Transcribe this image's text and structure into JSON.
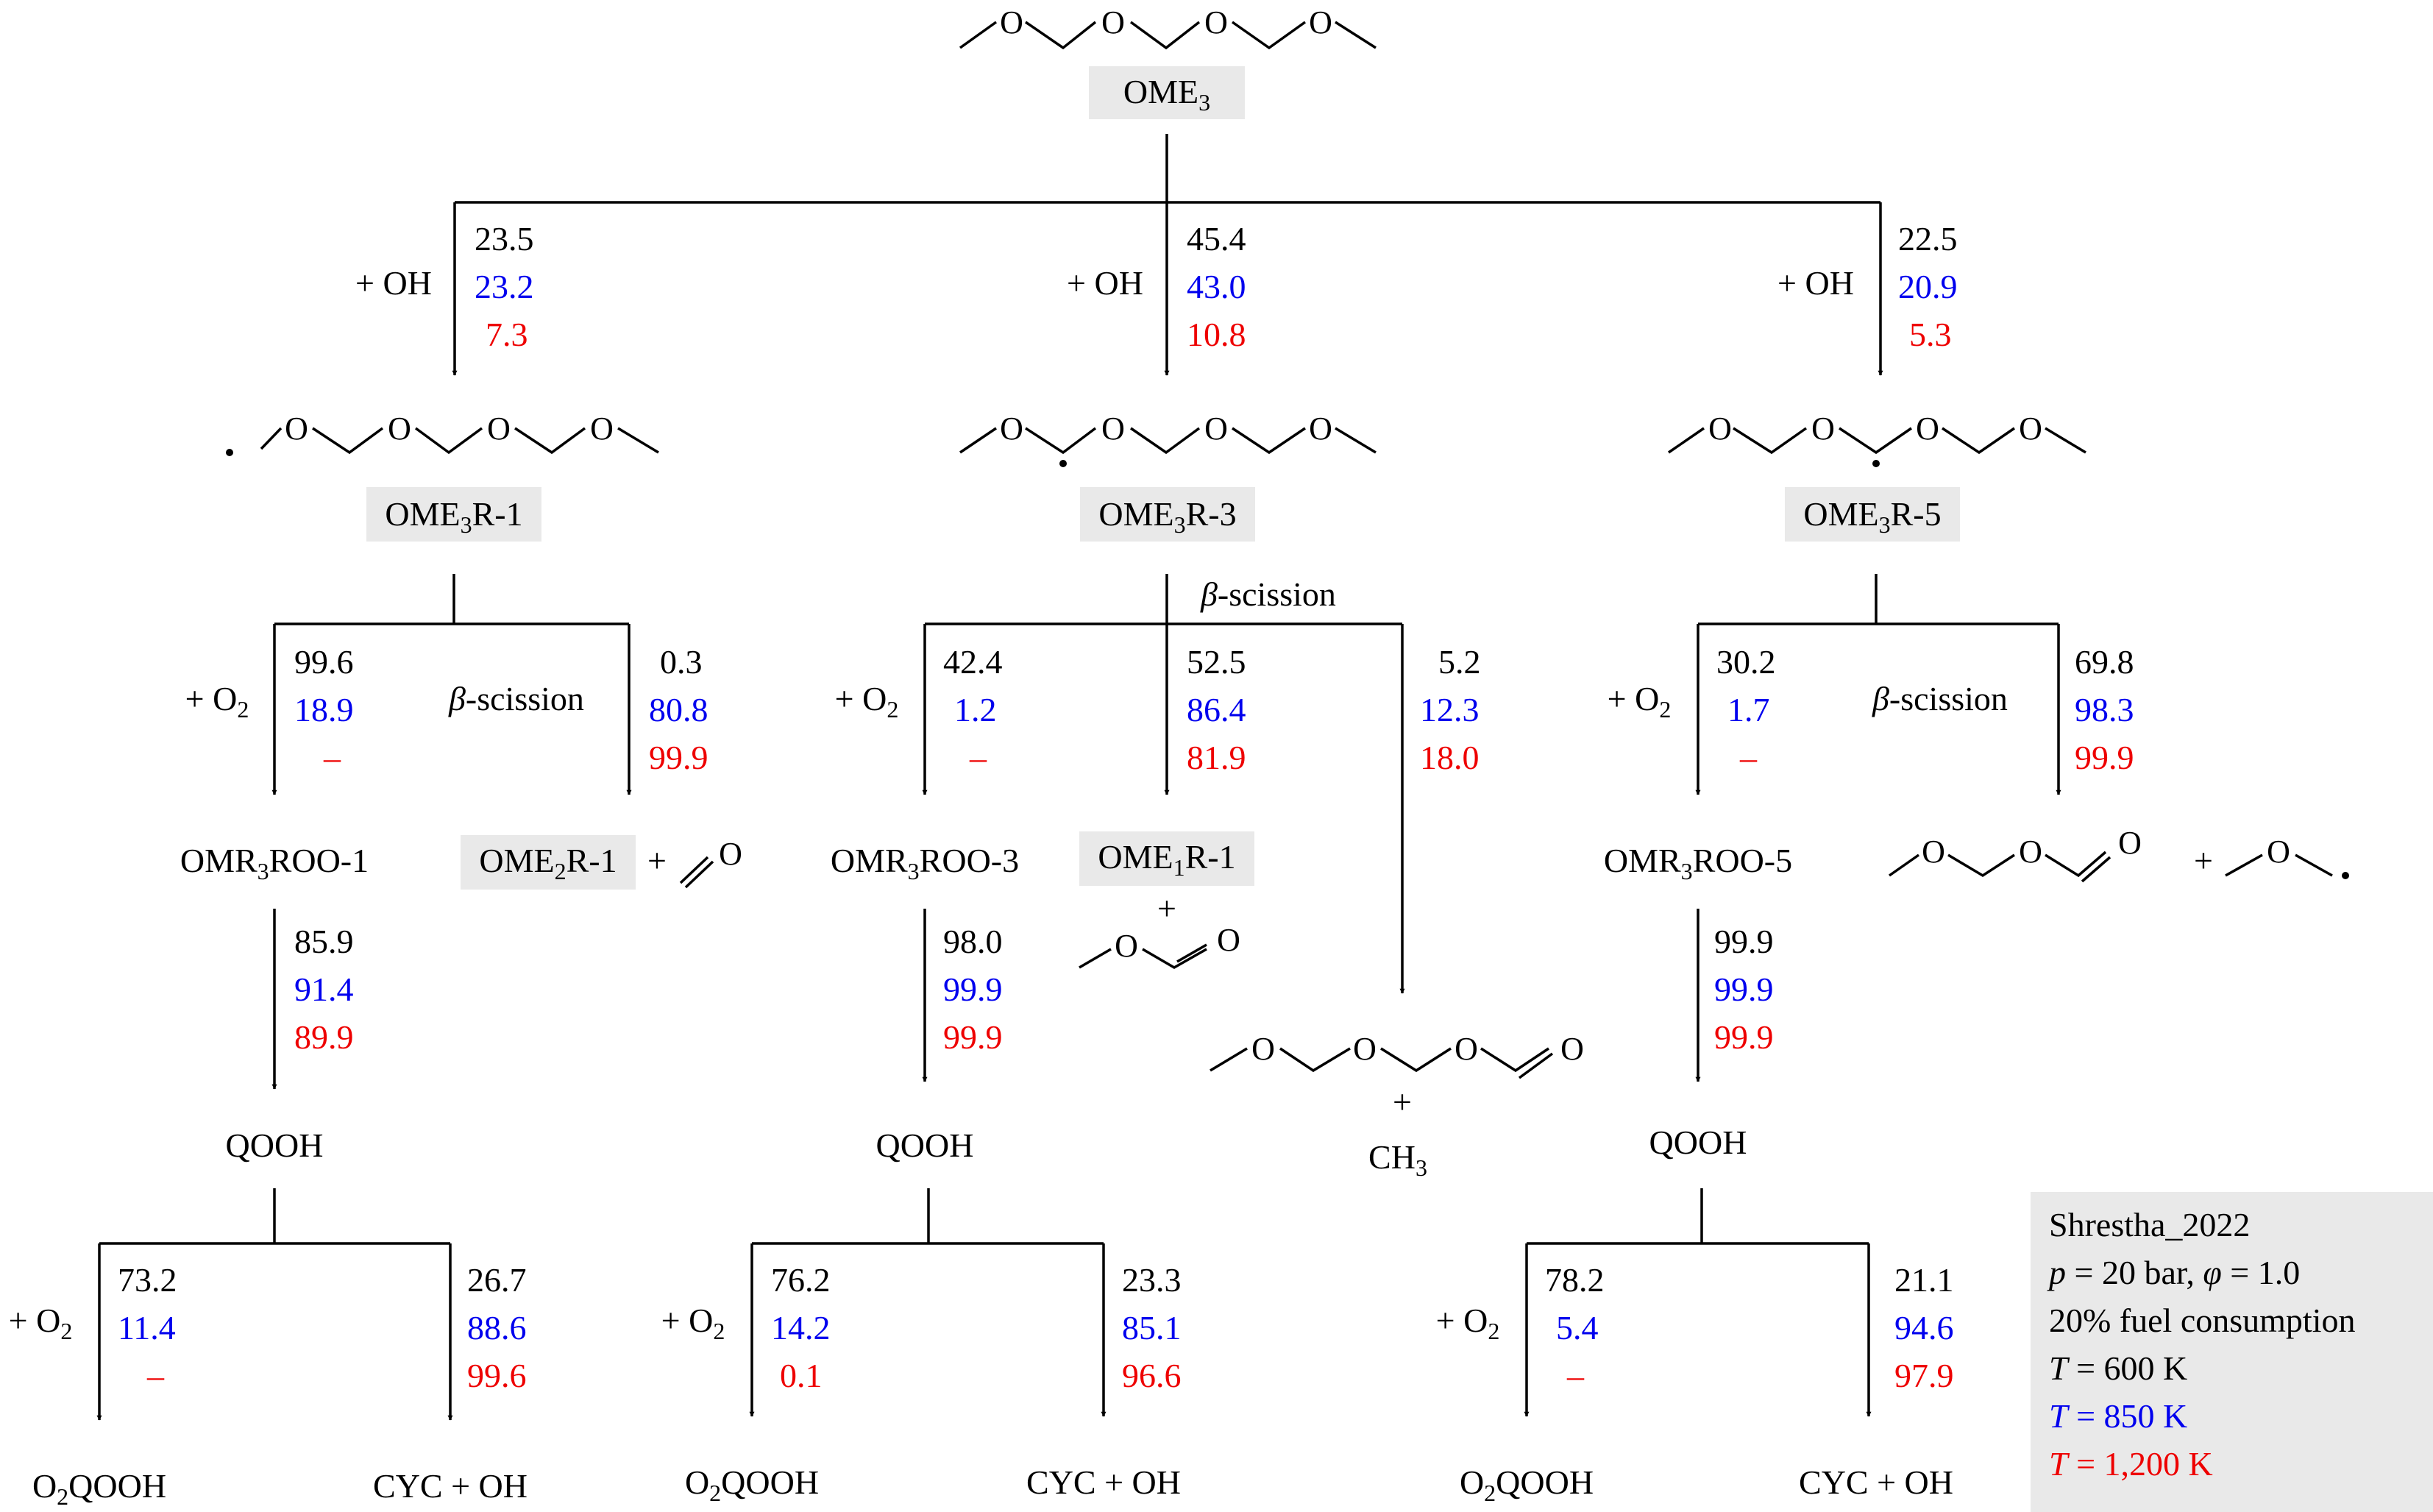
{
  "colors": {
    "t600": "#000000",
    "t850": "#0000ee",
    "t1200": "#ee0000",
    "box": "#e9e9e9",
    "line": "#000000"
  },
  "root": {
    "label": "OME",
    "sub": "3"
  },
  "radicals": [
    {
      "label": "OME",
      "sub": "3",
      "suffix": "R-1"
    },
    {
      "label": "OME",
      "sub": "3",
      "suffix": "R-3"
    },
    {
      "label": "OME",
      "sub": "3",
      "suffix": "R-5"
    }
  ],
  "h_abstraction": {
    "reagent": "+ OH",
    "branches": [
      {
        "values": [
          "23.5",
          "23.2",
          "7.3"
        ]
      },
      {
        "values": [
          "45.4",
          "43.0",
          "10.8"
        ]
      },
      {
        "values": [
          "22.5",
          "20.9",
          "5.3"
        ]
      }
    ]
  },
  "second_step": {
    "o2_label": "+ O",
    "o2_sub": "2",
    "beta": "-scission",
    "beta_symbol": "β",
    "r1": {
      "o2": [
        "99.6",
        "18.9",
        "–"
      ],
      "beta": [
        "0.3",
        "80.8",
        "99.9"
      ]
    },
    "r3": {
      "o2": [
        "42.4",
        "1.2",
        "–"
      ],
      "beta_a": [
        "52.5",
        "86.4",
        "81.9"
      ],
      "beta_b": [
        "5.2",
        "12.3",
        "18.0"
      ]
    },
    "r5": {
      "o2": [
        "30.2",
        "1.7",
        "–"
      ],
      "beta": [
        "69.8",
        "98.3",
        "99.9"
      ]
    }
  },
  "products": {
    "roo1": {
      "pre": "OMR",
      "sub": "3",
      "post": "ROO-1"
    },
    "roo3": {
      "pre": "OMR",
      "sub": "3",
      "post": "ROO-3"
    },
    "roo5": {
      "pre": "OMR",
      "sub": "3",
      "post": "ROO-5"
    },
    "ome2r1": {
      "pre": "OME",
      "sub": "2",
      "post": "R-1"
    },
    "ome1r1": {
      "pre": "OME",
      "sub": "1",
      "post": "R-1"
    },
    "plus": "+",
    "ch3": {
      "pre": "CH",
      "sub": "3"
    }
  },
  "isomerization": [
    {
      "values": [
        "85.9",
        "91.4",
        "89.9"
      ]
    },
    {
      "values": [
        "98.0",
        "99.9",
        "99.9"
      ]
    },
    {
      "values": [
        "99.9",
        "99.9",
        "99.9"
      ]
    }
  ],
  "qooh": "QOOH",
  "third_step": [
    {
      "o2": [
        "73.2",
        "11.4",
        "–"
      ],
      "cyc": [
        "26.7",
        "88.6",
        "99.6"
      ]
    },
    {
      "o2": [
        "76.2",
        "14.2",
        "0.1"
      ],
      "cyc": [
        "23.3",
        "85.1",
        "96.6"
      ]
    },
    {
      "o2": [
        "78.2",
        "5.4",
        "–"
      ],
      "cyc": [
        "21.1",
        "94.6",
        "97.9"
      ]
    }
  ],
  "final": {
    "o2qooh_pre": "O",
    "o2qooh_sub": "2",
    "o2qooh_post": "QOOH",
    "cyc": "CYC + OH"
  },
  "legend": {
    "source": "Shrestha_2022",
    "p_label": "p",
    "p_text": " = 20 bar, ",
    "phi_label": "φ",
    "phi_text": " = 1.0",
    "consumption": "20% fuel consumption",
    "t_label": "T",
    "t600": " = 600 K",
    "t850": " = 850 K",
    "t1200": " = 1,200 K"
  }
}
